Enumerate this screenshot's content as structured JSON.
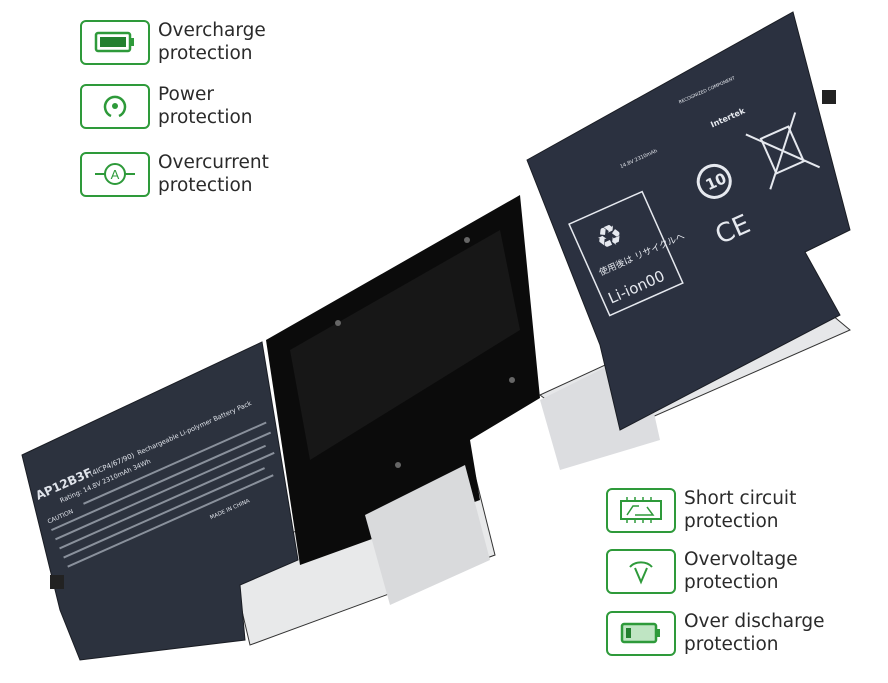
{
  "features_left": [
    {
      "icon": "battery-full-icon",
      "line1": "Overcharge",
      "line2": "protection"
    },
    {
      "icon": "power-icon",
      "line1": "Power",
      "line2": "protection"
    },
    {
      "icon": "ammeter-icon",
      "line1": "Overcurrent",
      "line2": "protection"
    }
  ],
  "features_right": [
    {
      "icon": "circuit-board-icon",
      "line1": "Short circuit",
      "line2": "protection"
    },
    {
      "icon": "voltmeter-icon",
      "line1": "Overvoltage",
      "line2": "protection"
    },
    {
      "icon": "battery-low-icon",
      "line1": "Over discharge",
      "line2": "protection"
    }
  ],
  "battery_label": {
    "model": "AP12B3F",
    "model_suffix": "(4ICP4/67/90)",
    "description": "Rechargeable Li-polymer Battery Pack",
    "rating": "Rating: 14.8V 2310mAh 34Wh",
    "caution": "CAUTION",
    "made_in": "MADE IN CHINA",
    "recycle_text_jp": "使用後は リサイクルへ",
    "recycle_text": "Li-ion00",
    "ce_mark": "CE",
    "intertek": "Intertek",
    "recognized": "RECOGNIZED COMPONENT",
    "rating_small": "14.8V 2310mAh"
  },
  "colors": {
    "accent": "#2e9a3a",
    "panel": "#2c323e",
    "body": "#0d0d0d"
  }
}
